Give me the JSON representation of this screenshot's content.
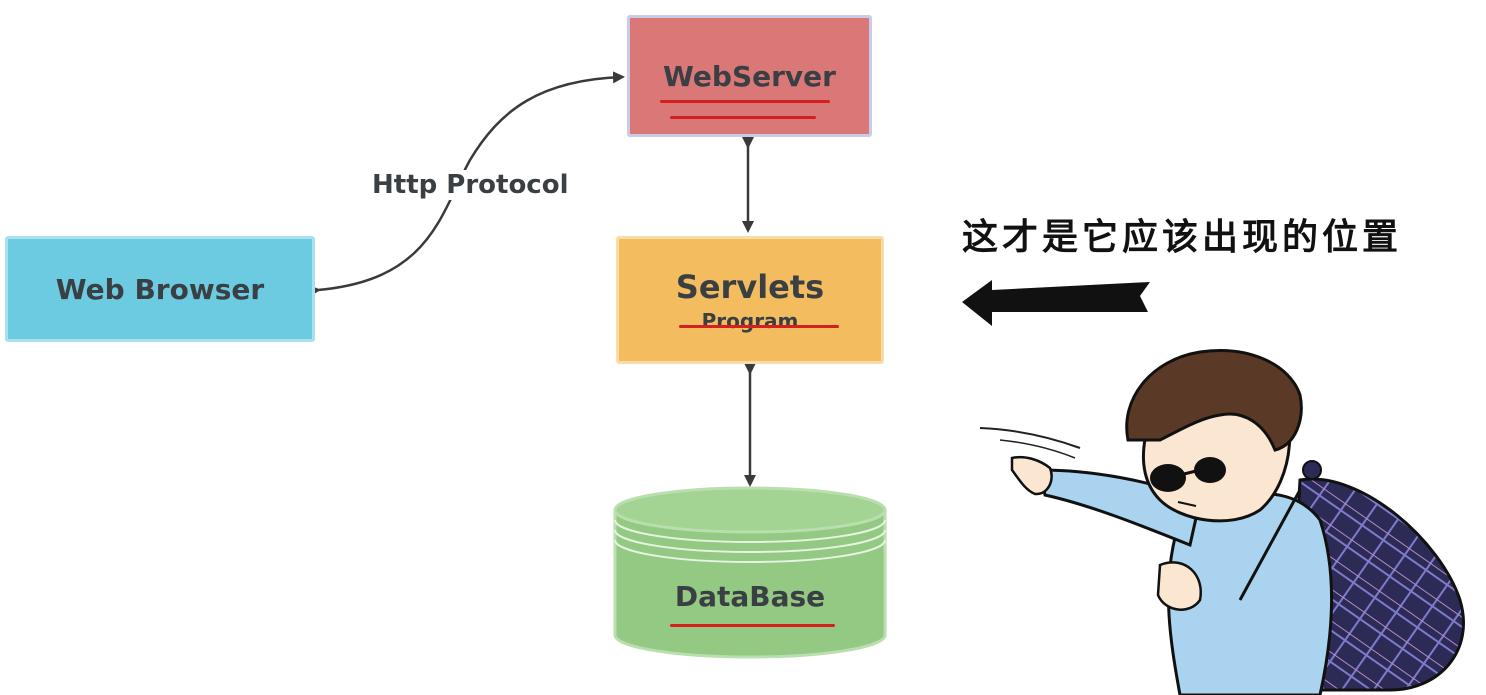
{
  "nodes": {
    "web_browser": "Web Browser",
    "web_server": "WebServer",
    "servlets": "Servlets",
    "servlets_sub": "Program",
    "database": "DataBase"
  },
  "edges": {
    "http_protocol": "Http Protocol"
  },
  "caption": "这才是它应该出现的位置",
  "colors": {
    "web_browser": "#6ccbe0",
    "web_server": "#da7777",
    "servlets": "#f3bc5e",
    "database": "#93c983",
    "annotation_red": "#d42020",
    "arrow": "#3a3a3a"
  },
  "illustration": "cartoon-man-with-sunglasses-pointing-left-carrying-bundle"
}
